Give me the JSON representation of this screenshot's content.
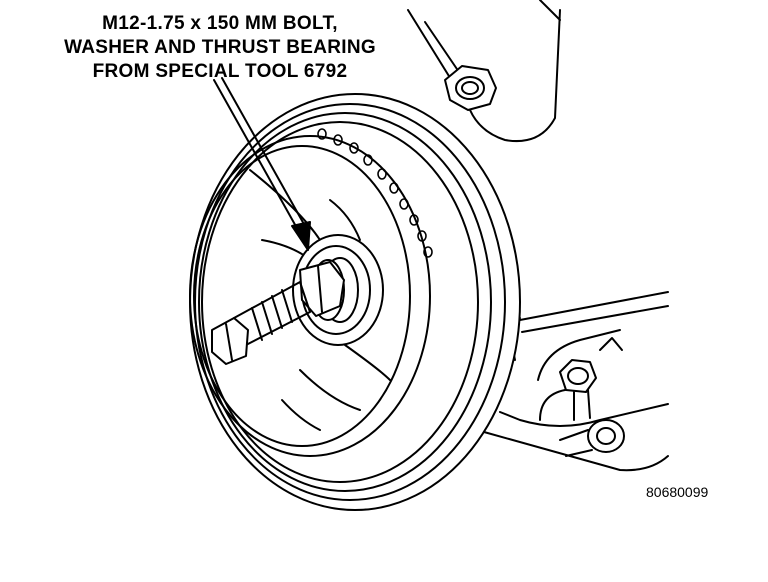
{
  "callout": {
    "line1": "M12-1.75 x 150 MM BOLT,",
    "line2": "WASHER AND THRUST BEARING",
    "line3": "FROM SPECIAL TOOL 6792"
  },
  "figure_id": "80680099",
  "colors": {
    "ink": "#000000",
    "paper": "#ffffff"
  }
}
